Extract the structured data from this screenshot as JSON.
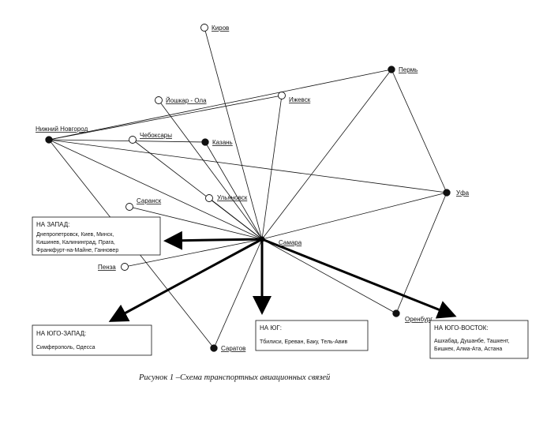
{
  "diagram": {
    "hub": {
      "id": "samara",
      "label": "Самара"
    },
    "cities": [
      {
        "id": "kirov",
        "label": "Киров",
        "type": "open"
      },
      {
        "id": "perm",
        "label": "Пермь",
        "type": "filled"
      },
      {
        "id": "yoshkar",
        "label": "Йошкар - Ола",
        "type": "open"
      },
      {
        "id": "izhevsk",
        "label": "Ижевск",
        "type": "open"
      },
      {
        "id": "nnovgorod",
        "label": "Нижний Новгород",
        "type": "filled"
      },
      {
        "id": "cheboksary",
        "label": "Чебоксары",
        "type": "open"
      },
      {
        "id": "kazan",
        "label": "Казань",
        "type": "filled"
      },
      {
        "id": "ufa",
        "label": "Уфа",
        "type": "filled"
      },
      {
        "id": "saransk",
        "label": "Саранск",
        "type": "open"
      },
      {
        "id": "ulyanovsk",
        "label": "Ульяновск",
        "type": "open"
      },
      {
        "id": "penza",
        "label": "Пенза",
        "type": "open"
      },
      {
        "id": "orenburg",
        "label": "Оренбург",
        "type": "filled"
      },
      {
        "id": "saratov",
        "label": "Саратов",
        "type": "filled"
      }
    ],
    "links": [
      [
        "samara",
        "kirov"
      ],
      [
        "samara",
        "perm"
      ],
      [
        "samara",
        "yoshkar"
      ],
      [
        "samara",
        "izhevsk"
      ],
      [
        "samara",
        "nnovgorod"
      ],
      [
        "samara",
        "cheboksary"
      ],
      [
        "samara",
        "kazan"
      ],
      [
        "samara",
        "ufa"
      ],
      [
        "samara",
        "saransk"
      ],
      [
        "samara",
        "ulyanovsk"
      ],
      [
        "samara",
        "penza"
      ],
      [
        "samara",
        "orenburg"
      ],
      [
        "samara",
        "saratov"
      ],
      [
        "nnovgorod",
        "perm"
      ],
      [
        "nnovgorod",
        "izhevsk"
      ],
      [
        "nnovgorod",
        "ufa"
      ],
      [
        "nnovgorod",
        "kazan"
      ],
      [
        "nnovgorod",
        "saratov"
      ],
      [
        "perm",
        "ufa"
      ],
      [
        "ufa",
        "orenburg"
      ]
    ],
    "directions": [
      {
        "id": "west",
        "title": "НА ЗАПАД:",
        "lines": [
          "Днепропетровск, Киев, Минск,",
          "Кишинев, Калининград, Прага,",
          "Франкфурт-на-Майне, Ганновер"
        ]
      },
      {
        "id": "southwest",
        "title": "НА ЮГО-ЗАПАД:",
        "lines": [
          "Симферополь, Одесса"
        ]
      },
      {
        "id": "south",
        "title": "НА ЮГ:",
        "lines": [
          "Тбилиси, Ереван, Баку, Тель-Авив"
        ]
      },
      {
        "id": "southeast",
        "title": "НА ЮГО-ВОСТОК:",
        "lines": [
          "Ашхабад, Душанбе, Ташкент,",
          "Бишкек, Алма-Ата, Астана"
        ]
      }
    ],
    "caption": "Рисунок 1 –Схема транспортных авиационных связей"
  }
}
